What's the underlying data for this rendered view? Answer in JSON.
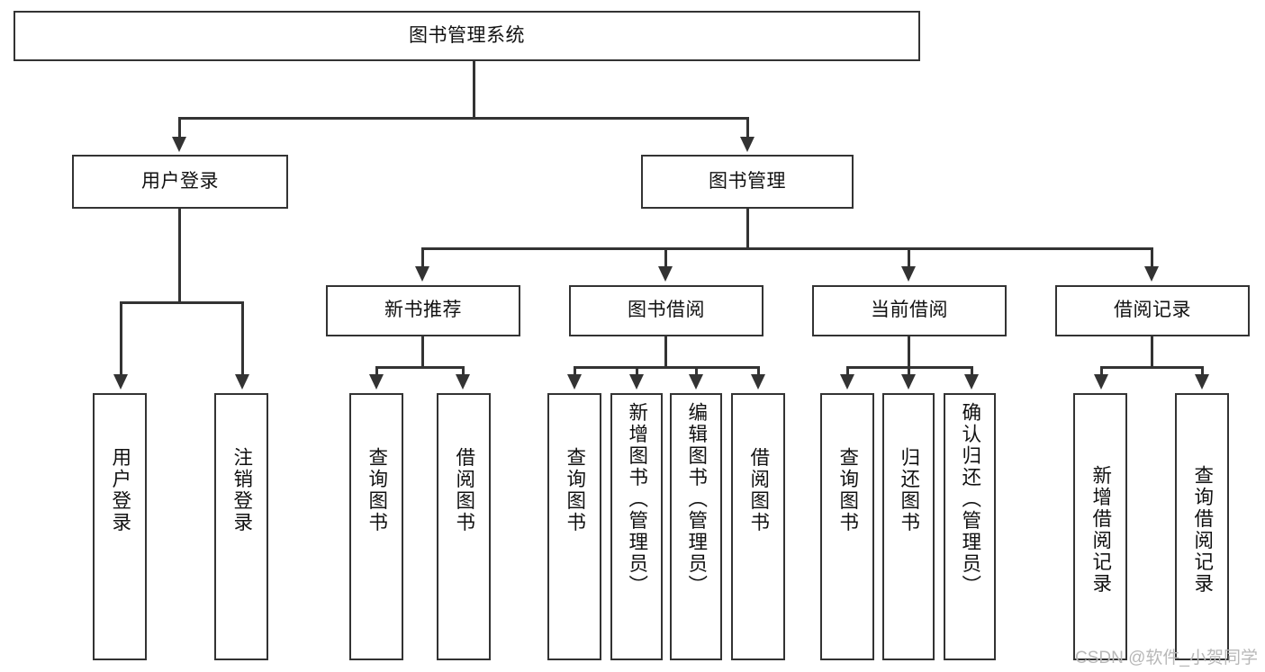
{
  "diagram": {
    "title": "图书管理系统",
    "type": "tree-hierarchy-diagram",
    "root": {
      "label": "图书管理系统"
    },
    "level2": [
      {
        "label": "用户登录"
      },
      {
        "label": "图书管理"
      }
    ],
    "level3": [
      {
        "label": "新书推荐"
      },
      {
        "label": "图书借阅"
      },
      {
        "label": "当前借阅"
      },
      {
        "label": "借阅记录"
      }
    ],
    "leaves": {
      "user_login": [
        {
          "label": "用户登录"
        },
        {
          "label": "注销登录"
        }
      ],
      "new_book_recommend": [
        {
          "label": "查询图书"
        },
        {
          "label": "借阅图书"
        }
      ],
      "book_borrow": [
        {
          "label": "查询图书"
        },
        {
          "label": "新增图书（管理员）"
        },
        {
          "label": "编辑图书（管理员）"
        },
        {
          "label": "借阅图书"
        }
      ],
      "current_borrow": [
        {
          "label": "查询图书"
        },
        {
          "label": "归还图书"
        },
        {
          "label": "确认归还（管理员）"
        }
      ],
      "borrow_record": [
        {
          "label": "新增借阅记录"
        },
        {
          "label": "查询借阅记录"
        }
      ]
    }
  },
  "watermark": {
    "text": "CSDN @软件_小贺同学"
  },
  "colors": {
    "stroke": "#333333",
    "fill": "#ffffff",
    "text": "#111111",
    "watermark": "#b8b8b8"
  }
}
